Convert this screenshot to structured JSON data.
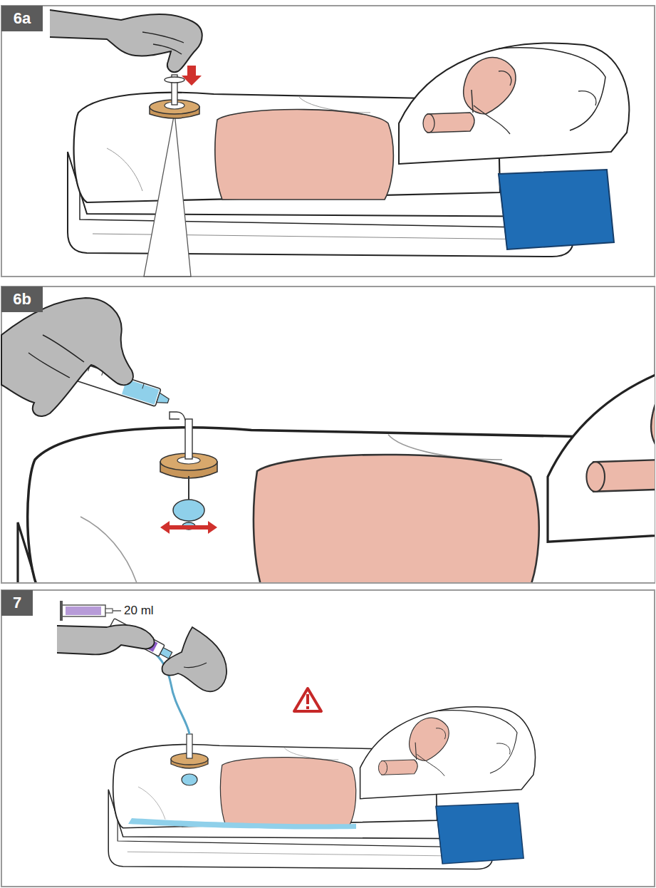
{
  "diagram": {
    "nodes": [
      {
        "text": [
          "6a"
        ]
      },
      {
        "text": [
          "6b"
        ]
      },
      {
        "text": [
          "7"
        ]
      }
    ],
    "labels": [
      "20 ml"
    ]
  }
}
